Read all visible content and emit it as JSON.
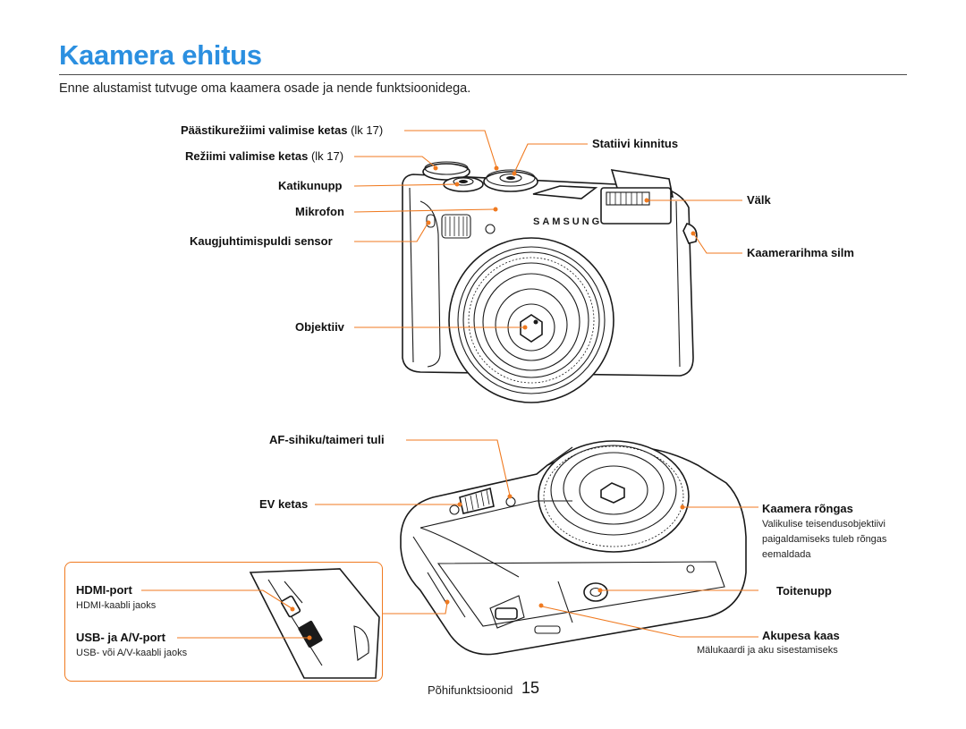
{
  "title": "Kaamera ehitus",
  "intro": "Enne alustamist tutvuge oma kaamera osade ja nende funktsioonidega.",
  "brand": "SAMSUNG",
  "top_labels": {
    "shutter_mode_dial": "Päästikurežiimi valimise ketas",
    "shutter_mode_ref": "(lk 17)",
    "mode_dial": "Režiimi valimise ketas",
    "mode_dial_ref": "(lk 17)",
    "shutter_button": "Katikunupp",
    "microphone": "Mikrofon",
    "remote_sensor": "Kaugjuhtimispuldi sensor",
    "lens": "Objektiiv",
    "tripod_mount": "Statiivi kinnitus",
    "flash": "Välk",
    "strap_eyelet": "Kaamerarihma silm"
  },
  "bottom_labels": {
    "af_lamp": "AF-sihiku/taimeri tuli",
    "ev_dial": "EV ketas",
    "lens_ring": "Kaamera rõngas",
    "lens_ring_desc": [
      "Valikulise teisendusobjektiivi",
      "paigaldamiseks tuleb rõngas",
      "eemaldada"
    ],
    "power_button": "Toitenupp",
    "battery_cover": "Akupesa kaas",
    "battery_cover_desc": "Mälukaardi ja aku sisestamiseks",
    "hdmi_port": "HDMI-port",
    "hdmi_desc": "HDMI-kaabli jaoks",
    "usb_port": "USB- ja A/V-port",
    "usb_desc": "USB- või A/V-kaabli jaoks"
  },
  "footer": {
    "section": "Põhifunktsioonid",
    "page": "15"
  },
  "colors": {
    "title": "#2b8fe0",
    "leader": "#f07a20"
  }
}
